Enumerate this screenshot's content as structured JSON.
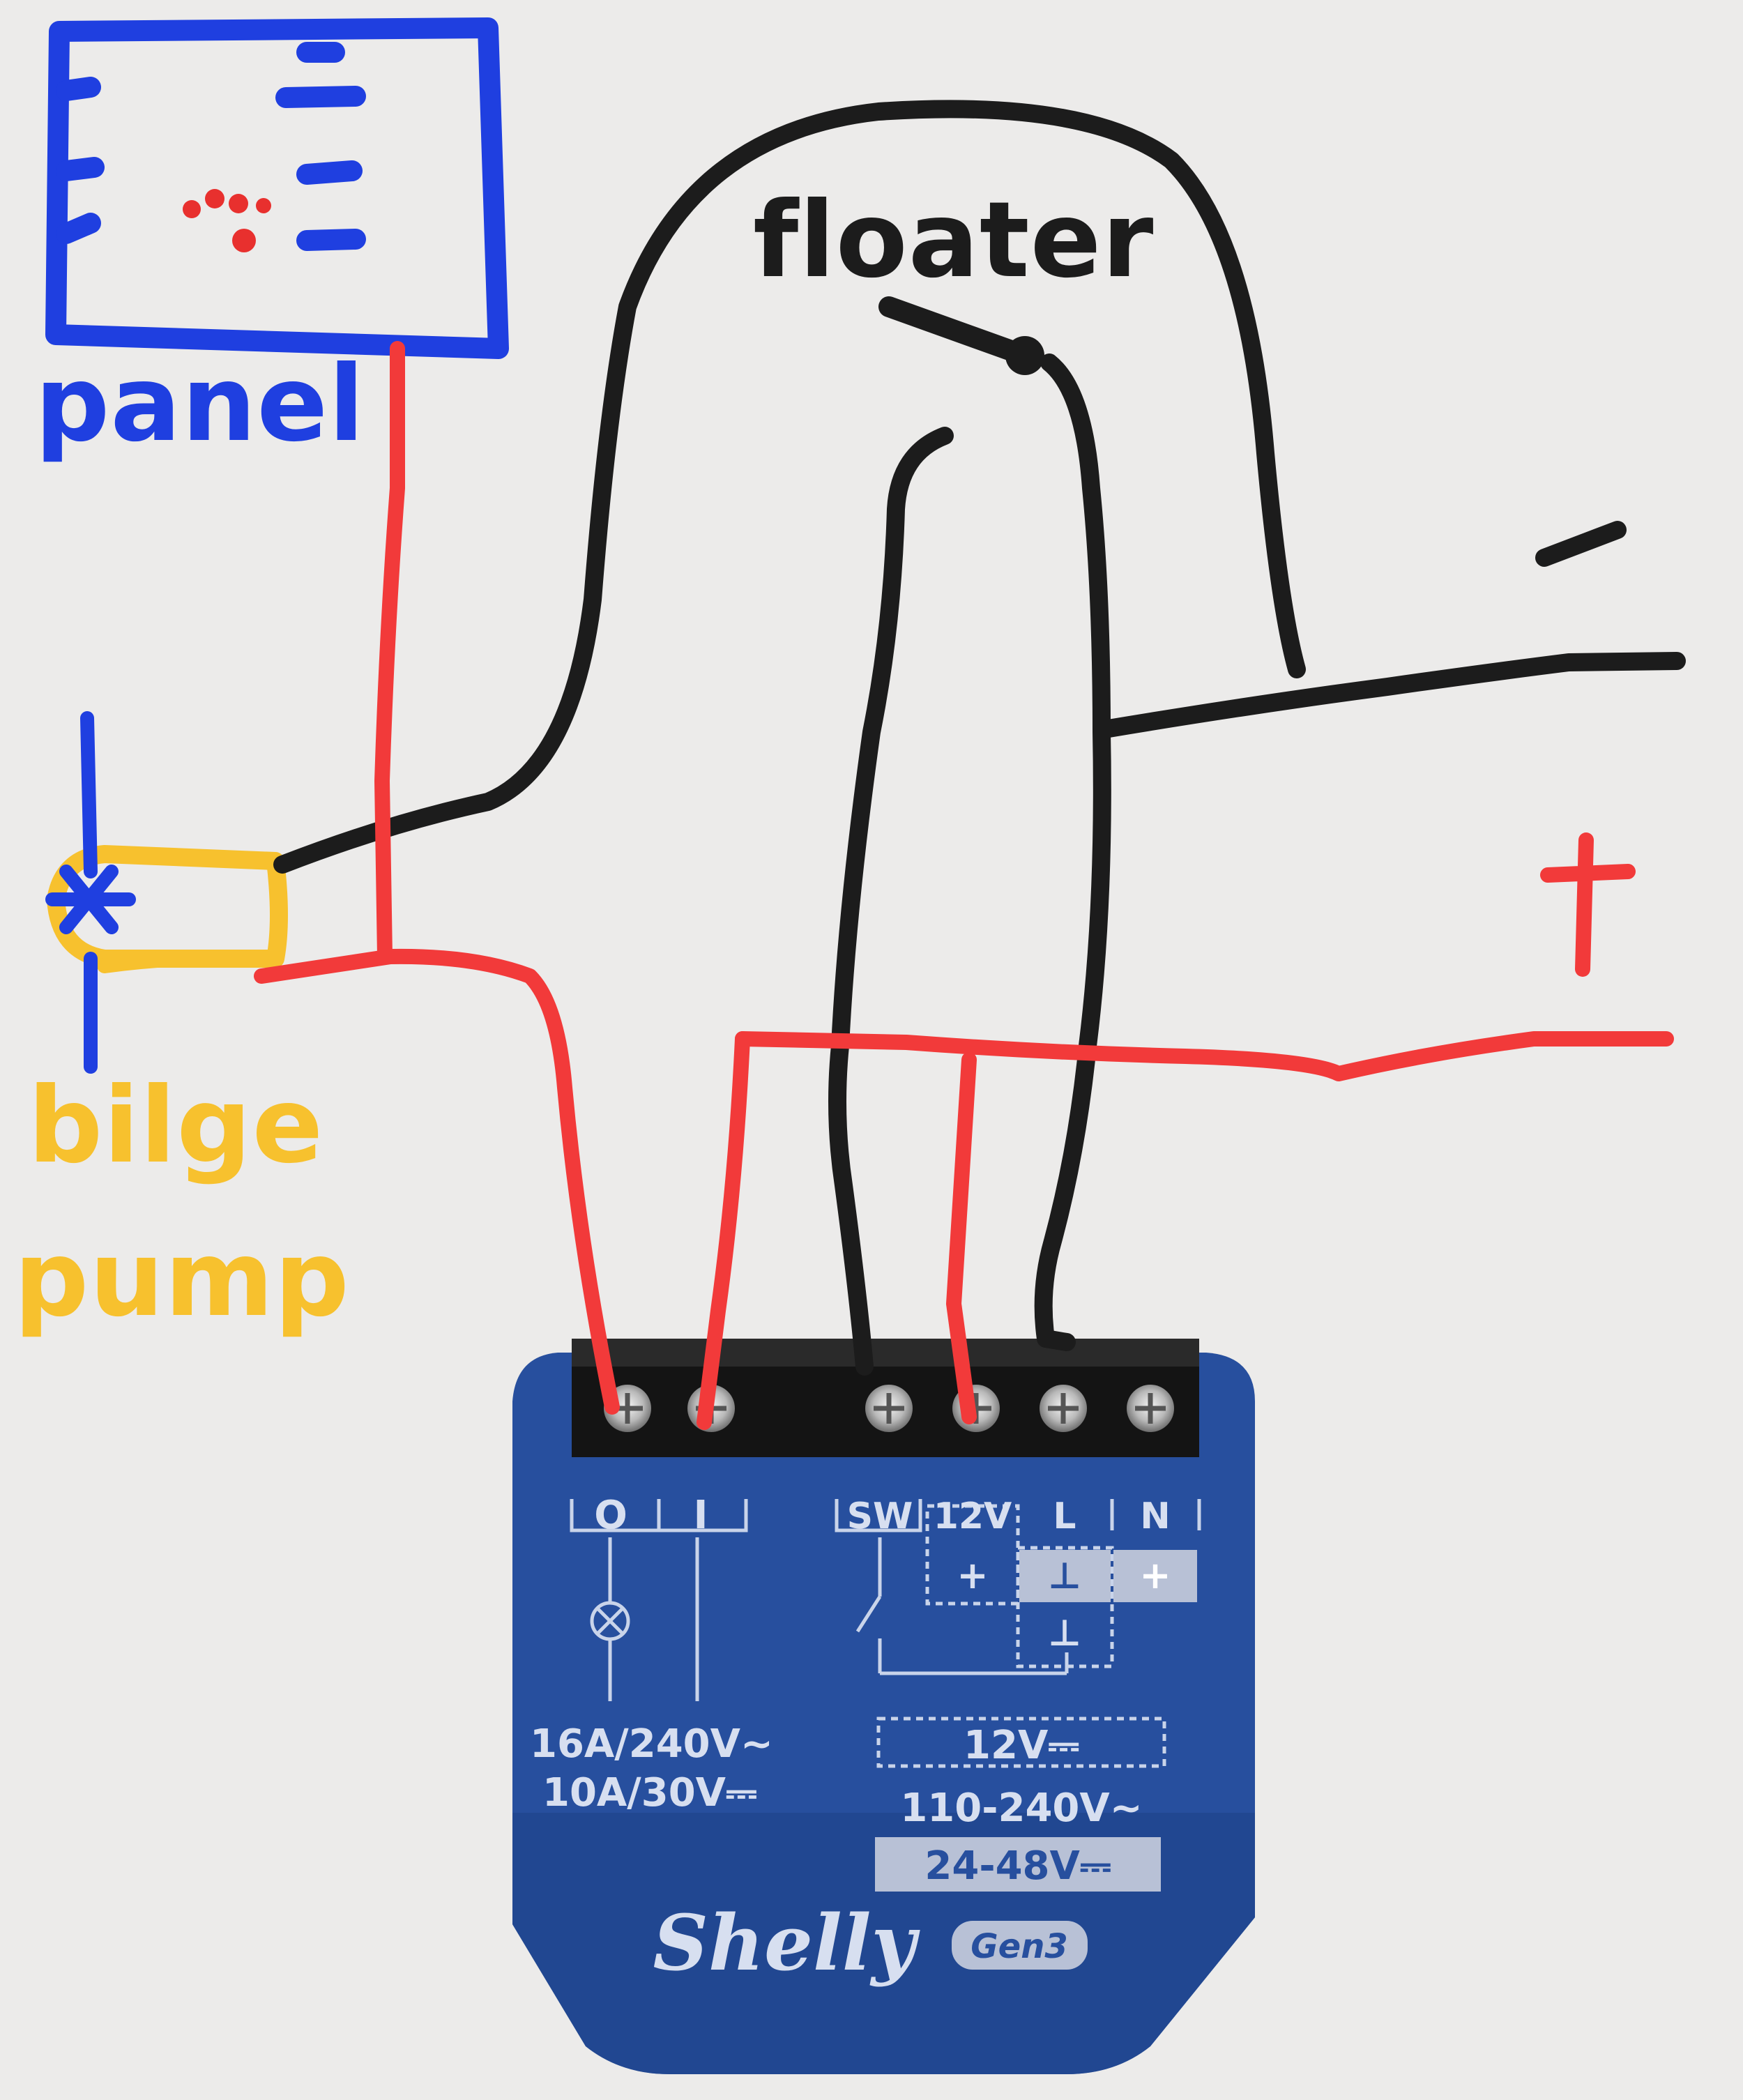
{
  "labels": {
    "panel": "panel",
    "floater": "floater",
    "bilge": "bilge",
    "pump": "pump",
    "minus": "−",
    "plus": "+"
  },
  "device": {
    "brand": "Shelly",
    "generation": "Gen3",
    "terminal_o": "O",
    "terminal_i": "I",
    "terminal_sw": "SW",
    "terminal_12v": "12V",
    "terminal_l": "L",
    "terminal_n": "N",
    "plus_12v": "+",
    "ground_l": "⊥",
    "plus_n": "+",
    "ground_dc": "⊥",
    "rating_ac": "16A/240V~",
    "rating_dc": "10A/30V⎓",
    "supply_12v": "12V⎓",
    "supply_ac": "110-240V~",
    "supply_dc": "24-48V⎓"
  },
  "colors": {
    "panel": "#1f3fe0",
    "pump": "#f7c12e",
    "wire_positive": "#f23a3a",
    "wire_negative": "#1c1c1c",
    "device_body": "#274f9e",
    "terminal_block": "#141414",
    "paper": "#ecebea"
  }
}
